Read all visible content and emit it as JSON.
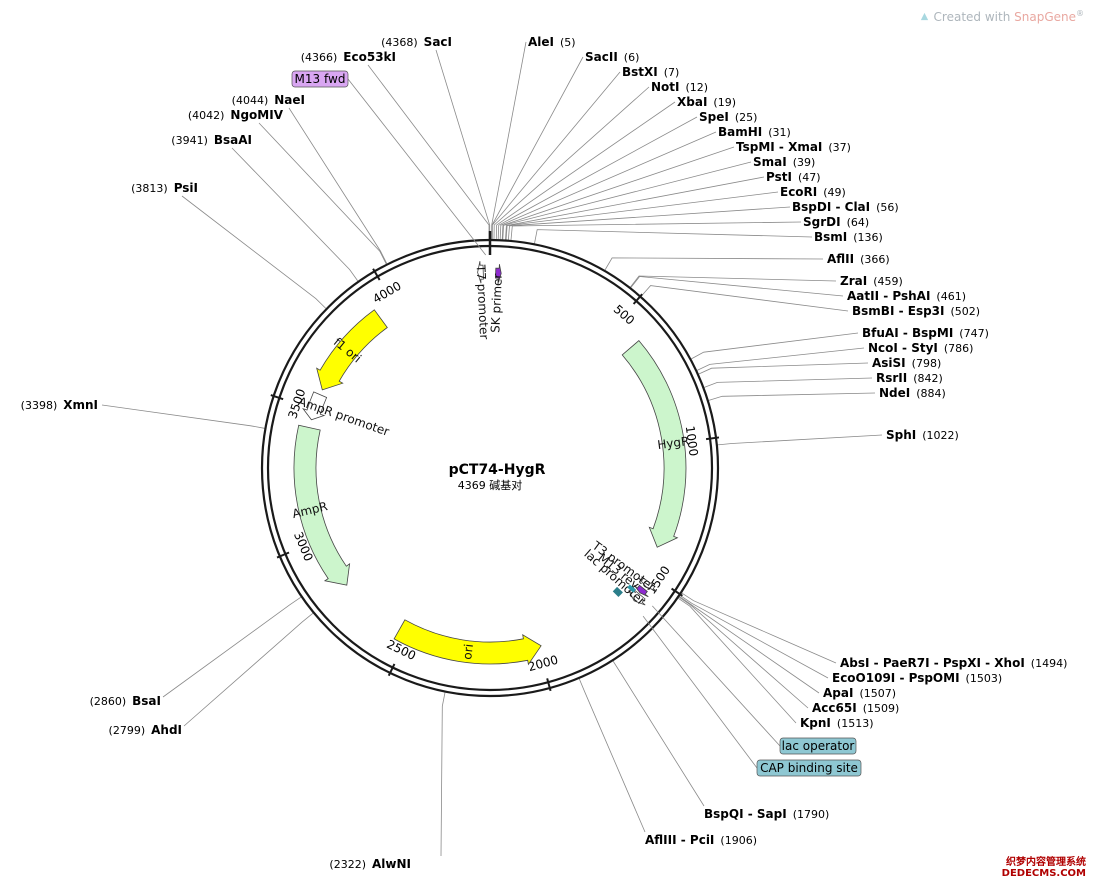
{
  "header": {
    "credit_prefix": "Created with ",
    "credit_brand": "SnapGene",
    "credit_mark": "®"
  },
  "plasmid": {
    "name": "pCT74-HygR",
    "size_label": "4369 碱基对",
    "length": 4369
  },
  "colors": {
    "backbone": "#1a1a1a",
    "ori": "#ffff00",
    "gene": "#ccf5cc",
    "promoter": "#ffffff",
    "primer_tag": "#d9a6f2",
    "misc_tag": "#8ec7d2",
    "primer_bind": "#8e2bd0",
    "lac_operator": "#2b98a8",
    "cap_site": "#2b7e8a"
  },
  "ticks": [
    "500",
    "1000",
    "1500",
    "2000",
    "2500",
    "3000",
    "3500",
    "4000"
  ],
  "features": [
    {
      "id": "f1-ori",
      "label": "f1 ori",
      "start": 3930,
      "end": 3580,
      "kind": "ori",
      "dir": "ccw"
    },
    {
      "id": "ampr-promoter",
      "label": "AmpR promoter",
      "start": 3560,
      "end": 3460,
      "kind": "promoter",
      "dir": "ccw"
    },
    {
      "id": "ampr",
      "label": "AmpR",
      "start": 3430,
      "end": 2800,
      "kind": "gene",
      "dir": "ccw"
    },
    {
      "id": "ori",
      "label": "ori",
      "start": 2540,
      "end": 1990,
      "kind": "ori",
      "dir": "ccw"
    },
    {
      "id": "hygr",
      "label": "HygR",
      "start": 600,
      "end": 1400,
      "kind": "gene",
      "dir": "cw"
    },
    {
      "id": "t7-promoter",
      "label": "T7 promoter",
      "start": 4345,
      "end": 4325,
      "kind": "promoter",
      "dir": "ccw"
    },
    {
      "id": "sk-primer",
      "label": "SK primer",
      "start": 20,
      "end": 40,
      "kind": "primer",
      "dir": "cw"
    },
    {
      "id": "t3-promoter",
      "label": "T3 promoter",
      "start": 1525,
      "end": 1545,
      "kind": "promoter",
      "dir": "cw"
    },
    {
      "id": "m13-rev",
      "label": "M13 rev",
      "start": 1555,
      "end": 1575,
      "kind": "primer",
      "dir": "cw"
    },
    {
      "id": "lac-promoter",
      "label": "lac promoter",
      "start": 1580,
      "end": 1610,
      "kind": "promoter",
      "dir": "cw"
    },
    {
      "id": "lac-operator-site",
      "label": "",
      "start": 1575,
      "end": 1590,
      "kind": "operator",
      "dir": "none"
    },
    {
      "id": "cap-site",
      "label": "",
      "start": 1615,
      "end": 1640,
      "kind": "cap",
      "dir": "none"
    }
  ],
  "sites": [
    {
      "name": "SacI",
      "pos": "(4368)",
      "pos_num": 4368
    },
    {
      "name": "Eco53kI",
      "pos": "(4366)",
      "pos_num": 4366
    },
    {
      "name": "NaeI",
      "pos": "(4044)",
      "pos_num": 4044
    },
    {
      "name": "NgoMIV",
      "pos": "(4042)",
      "pos_num": 4042
    },
    {
      "name": "BsaAI",
      "pos": "(3941)",
      "pos_num": 3941
    },
    {
      "name": "PsiI",
      "pos": "(3813)",
      "pos_num": 3813
    },
    {
      "name": "XmnI",
      "pos": "(3398)",
      "pos_num": 3398
    },
    {
      "name": "BsaI",
      "pos": "(2860)",
      "pos_num": 2860
    },
    {
      "name": "AhdI",
      "pos": "(2799)",
      "pos_num": 2799
    },
    {
      "name": "AlwNI",
      "pos": "(2322)",
      "pos_num": 2322
    },
    {
      "name": "AleI",
      "pos": "(5)",
      "pos_num": 5
    },
    {
      "name": "SacII",
      "pos": "(6)",
      "pos_num": 6
    },
    {
      "name": "BstXI",
      "pos": "(7)",
      "pos_num": 7
    },
    {
      "name": "NotI",
      "pos": "(12)",
      "pos_num": 12
    },
    {
      "name": "XbaI",
      "pos": "(19)",
      "pos_num": 19
    },
    {
      "name": "SpeI",
      "pos": "(25)",
      "pos_num": 25
    },
    {
      "name": "BamHI",
      "pos": "(31)",
      "pos_num": 31
    },
    {
      "name": "TspMI - XmaI",
      "pos": "(37)",
      "pos_num": 37
    },
    {
      "name": "SmaI",
      "pos": "(39)",
      "pos_num": 39
    },
    {
      "name": "PstI",
      "pos": "(47)",
      "pos_num": 47
    },
    {
      "name": "EcoRI",
      "pos": "(49)",
      "pos_num": 49
    },
    {
      "name": "BspDI - ClaI",
      "pos": "(56)",
      "pos_num": 56
    },
    {
      "name": "SgrDI",
      "pos": "(64)",
      "pos_num": 64
    },
    {
      "name": "BsmI",
      "pos": "(136)",
      "pos_num": 136
    },
    {
      "name": "AflII",
      "pos": "(366)",
      "pos_num": 366
    },
    {
      "name": "ZraI",
      "pos": "(459)",
      "pos_num": 459
    },
    {
      "name": "AatII - PshAI",
      "pos": "(461)",
      "pos_num": 461
    },
    {
      "name": "BsmBI - Esp3I",
      "pos": "(502)",
      "pos_num": 502
    },
    {
      "name": "BfuAI - BspMI",
      "pos": "(747)",
      "pos_num": 747
    },
    {
      "name": "NcoI - StyI",
      "pos": "(786)",
      "pos_num": 786
    },
    {
      "name": "AsiSI",
      "pos": "(798)",
      "pos_num": 798
    },
    {
      "name": "RsrII",
      "pos": "(842)",
      "pos_num": 842
    },
    {
      "name": "NdeI",
      "pos": "(884)",
      "pos_num": 884
    },
    {
      "name": "SphI",
      "pos": "(1022)",
      "pos_num": 1022
    },
    {
      "name": "AbsI - PaeR7I - PspXI - XhoI",
      "pos": "(1494)",
      "pos_num": 1494
    },
    {
      "name": "EcoO109I - PspOMI",
      "pos": "(1503)",
      "pos_num": 1503
    },
    {
      "name": "ApaI",
      "pos": "(1507)",
      "pos_num": 1507
    },
    {
      "name": "Acc65I",
      "pos": "(1509)",
      "pos_num": 1509
    },
    {
      "name": "KpnI",
      "pos": "(1513)",
      "pos_num": 1513
    },
    {
      "name": "BspQI - SapI",
      "pos": "(1790)",
      "pos_num": 1790
    },
    {
      "name": "AflIII - PciI",
      "pos": "(1906)",
      "pos_num": 1906
    }
  ],
  "tags": [
    {
      "id": "m13-fwd",
      "label": "M13 fwd",
      "pos_num": 4355,
      "color": "#d9a6f2"
    },
    {
      "id": "lac-operator",
      "label": "lac operator",
      "pos_num": 1582,
      "color": "#8ec7d2"
    },
    {
      "id": "cap-binding-site",
      "label": "CAP binding site",
      "pos_num": 1627,
      "color": "#8ec7d2"
    }
  ],
  "watermark": {
    "line1": "织梦内容管理系统",
    "line2": "DEDECMS.COM"
  }
}
